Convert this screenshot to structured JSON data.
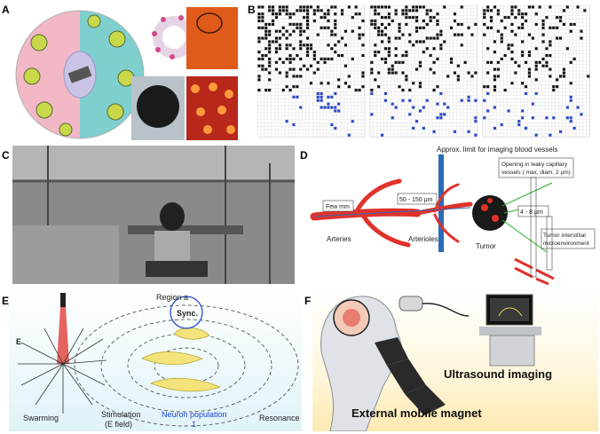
{
  "panels": {
    "a": {
      "label": "A"
    },
    "b": {
      "label": "B"
    },
    "c": {
      "label": "C"
    },
    "d": {
      "label": "D",
      "limit_label": "Approx. limit for imaging blood vessels",
      "few_mm": "Few mm",
      "arteriole_size": "50 - 150 µm",
      "tumor_size": "4 - 8 µm",
      "leaky_line1": "Opening in leaky capillary",
      "leaky_line2": "vessels ( max. diam. 2 µm)",
      "interstitial_line1": "Tumor interstitial",
      "interstitial_line2": "microenvironment",
      "arteries": "Arteries",
      "arterioles": "Arterioles",
      "tumor": "Tumor"
    },
    "e": {
      "label": "E",
      "region": "Region a",
      "sync": "Sync.",
      "e_field": "E",
      "swarming": "Swarming",
      "stimulation_line1": "Stimulation",
      "stimulation_line2": "(E field)",
      "neuron_line1": "Neuron population",
      "neuron_line2": "1",
      "resonance": "Resonance"
    },
    "f": {
      "label": "F",
      "ultrasound": "Ultrasound imaging",
      "magnet": "External mobile magnet"
    }
  },
  "colors": {
    "pink": "#f2b8c6",
    "teal": "#7fcfcf",
    "vessel_red": "#e0322b",
    "probe_blue": "#2a6bb8",
    "neuron_blue": "#1f3fd1",
    "grid_black": "#111111",
    "grid_blue": "#2b48c8"
  }
}
